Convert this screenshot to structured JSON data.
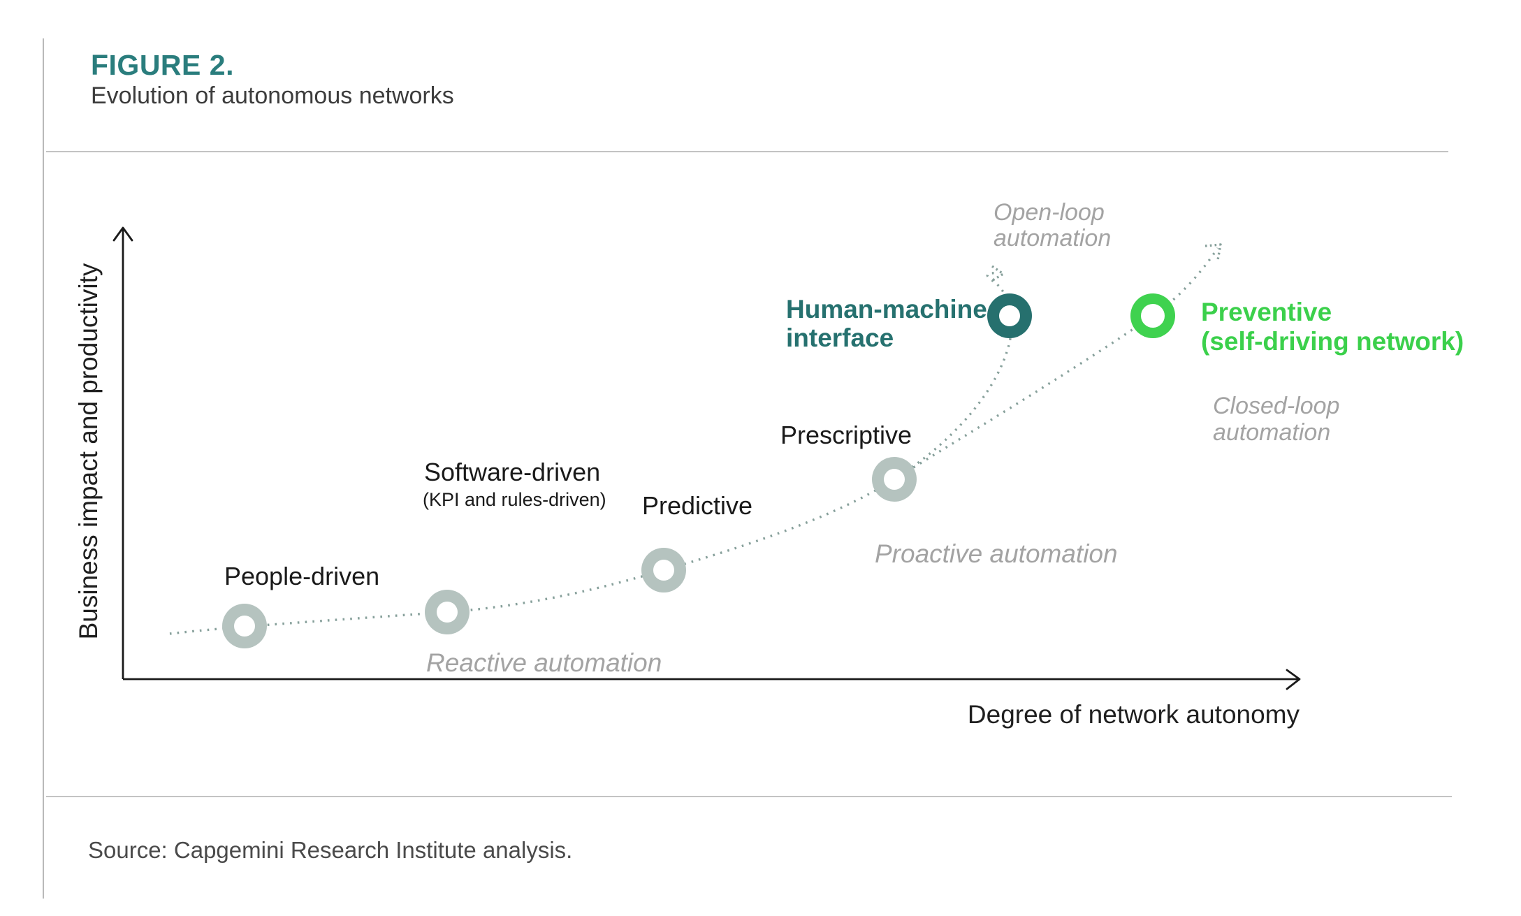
{
  "figure": {
    "label": "FIGURE 2.",
    "subtitle": "Evolution of autonomous networks",
    "source": "Source: Capgemini Research Institute analysis."
  },
  "axes": {
    "y_label": "Business impact and productivity",
    "x_label": "Degree of network autonomy"
  },
  "labels": {
    "people": "People-driven",
    "software": "Software-driven",
    "software_sub": "(KPI and rules-driven)",
    "predictive": "Predictive",
    "prescriptive": "Prescriptive",
    "hmi_line1": "Human-machine",
    "hmi_line2": "interface",
    "preventive_line1": "Preventive",
    "preventive_line2": "(self-driving network)",
    "reactive": "Reactive automation",
    "proactive": "Proactive automation",
    "open_loop_line1": "Open-loop",
    "open_loop_line2": "automation",
    "closed_loop_line1": "Closed-loop",
    "closed_loop_line2": "automation"
  },
  "colors": {
    "heading_teal": "#2a7d7d",
    "stage_gray": "#b5c3bf",
    "stage_teal": "#26706e",
    "stage_green": "#3fd24f",
    "dotted_line": "#87a09b",
    "axis": "#1a1a1a",
    "annotation_gray": "#a3a3a3",
    "hole_white": "#ffffff"
  },
  "chart_data": {
    "type": "scatter",
    "title": "Evolution of autonomous networks",
    "xlabel": "Degree of network autonomy",
    "ylabel": "Business impact and productivity",
    "x_range": [
      0,
      100
    ],
    "y_range": [
      0,
      100
    ],
    "curve_style": "dotted-exponential",
    "points": [
      {
        "label": "People-driven",
        "x": 10,
        "y": 12,
        "marker": "gray-ring"
      },
      {
        "label": "Software-driven (KPI and rules-driven)",
        "x": 27,
        "y": 15,
        "marker": "gray-ring"
      },
      {
        "label": "Predictive",
        "x": 46,
        "y": 24,
        "marker": "gray-ring"
      },
      {
        "label": "Prescriptive",
        "x": 65,
        "y": 44,
        "marker": "gray-ring"
      },
      {
        "label": "Human-machine interface",
        "x": 74,
        "y": 80,
        "marker": "teal-ring",
        "branch": "open-loop arrow from Prescriptive"
      },
      {
        "label": "Preventive (self-driving network)",
        "x": 86,
        "y": 80,
        "marker": "green-ring",
        "branch": "closed-loop arrow continuing past point"
      }
    ],
    "phase_annotations": [
      "Reactive automation",
      "Proactive automation",
      "Open-loop automation",
      "Closed-loop automation"
    ],
    "legend_position": "none",
    "grid": false
  }
}
